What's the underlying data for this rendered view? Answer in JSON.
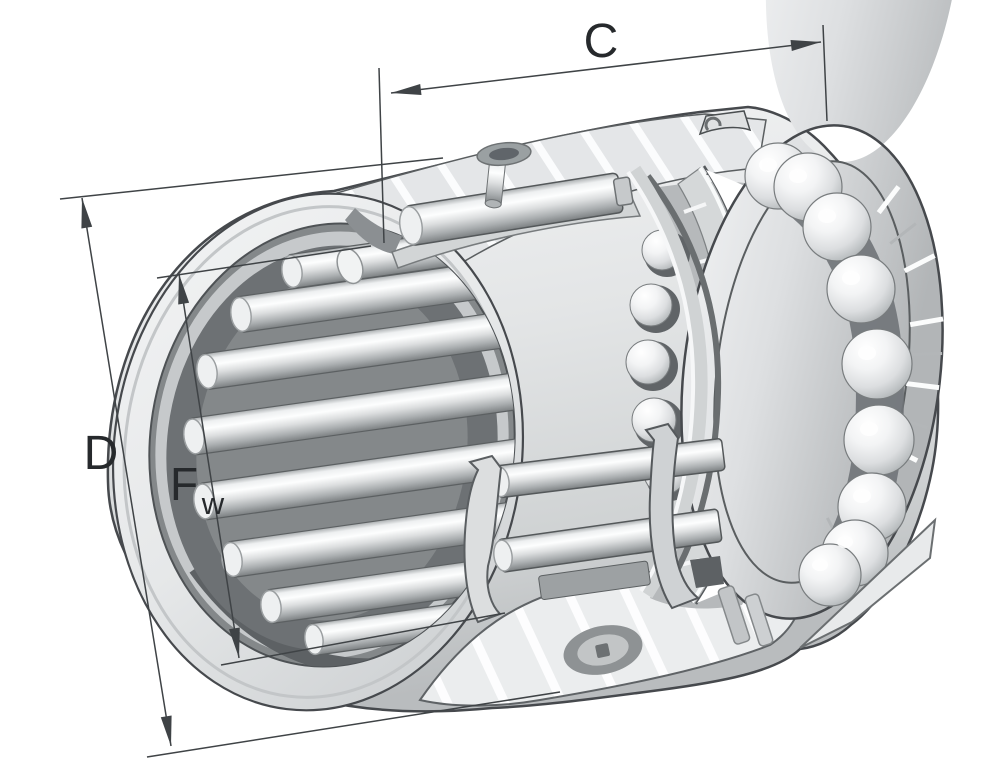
{
  "diagram": {
    "background": "#ffffff",
    "outline_color": "#45494c",
    "dimension_line_color": "#3f4346",
    "label_color": "#26292c",
    "metal_light": "#eff1f2",
    "metal_mid": "#c9cccd",
    "metal_dark": "#8e9294",
    "metal_shadow": "#6a6e70",
    "dimensions": {
      "width": {
        "label": "C"
      },
      "outer_diameter": {
        "label": "D"
      },
      "bore_diameter": {
        "label": "F",
        "subscript": "w"
      }
    }
  }
}
